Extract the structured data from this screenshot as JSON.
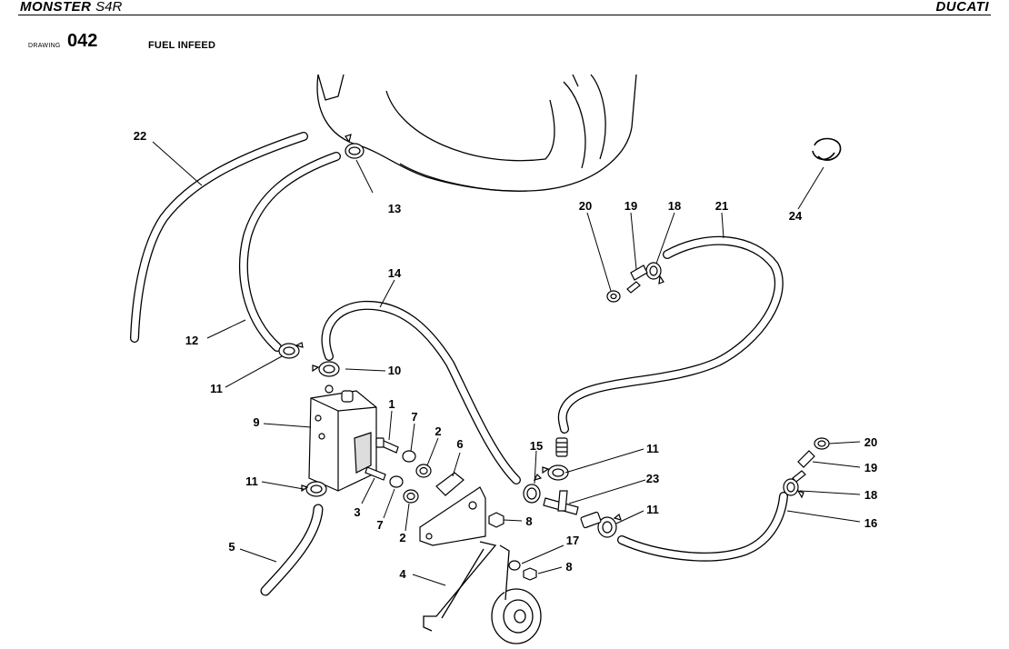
{
  "header": {
    "brand_left": "MONSTER",
    "brand_left_model": "S4R",
    "brand_right": "DUCATI"
  },
  "drawing": {
    "label": "DRAWING",
    "number": "042",
    "title": "FUEL INFEED"
  },
  "callouts": {
    "c1": "1",
    "c2a": "2",
    "c2b": "2",
    "c3": "3",
    "c4": "4",
    "c5": "5",
    "c6": "6",
    "c7a": "7",
    "c7b": "7",
    "c8a": "8",
    "c8b": "8",
    "c9": "9",
    "c10": "10",
    "c11a": "11",
    "c11b": "11",
    "c11c": "11",
    "c11d": "11",
    "c12": "12",
    "c13": "13",
    "c14": "14",
    "c15": "15",
    "c16": "16",
    "c17": "17",
    "c18a": "18",
    "c18b": "18",
    "c19a": "19",
    "c19b": "19",
    "c20a": "20",
    "c20b": "20",
    "c21": "21",
    "c22": "22",
    "c23": "23",
    "c24": "24"
  }
}
